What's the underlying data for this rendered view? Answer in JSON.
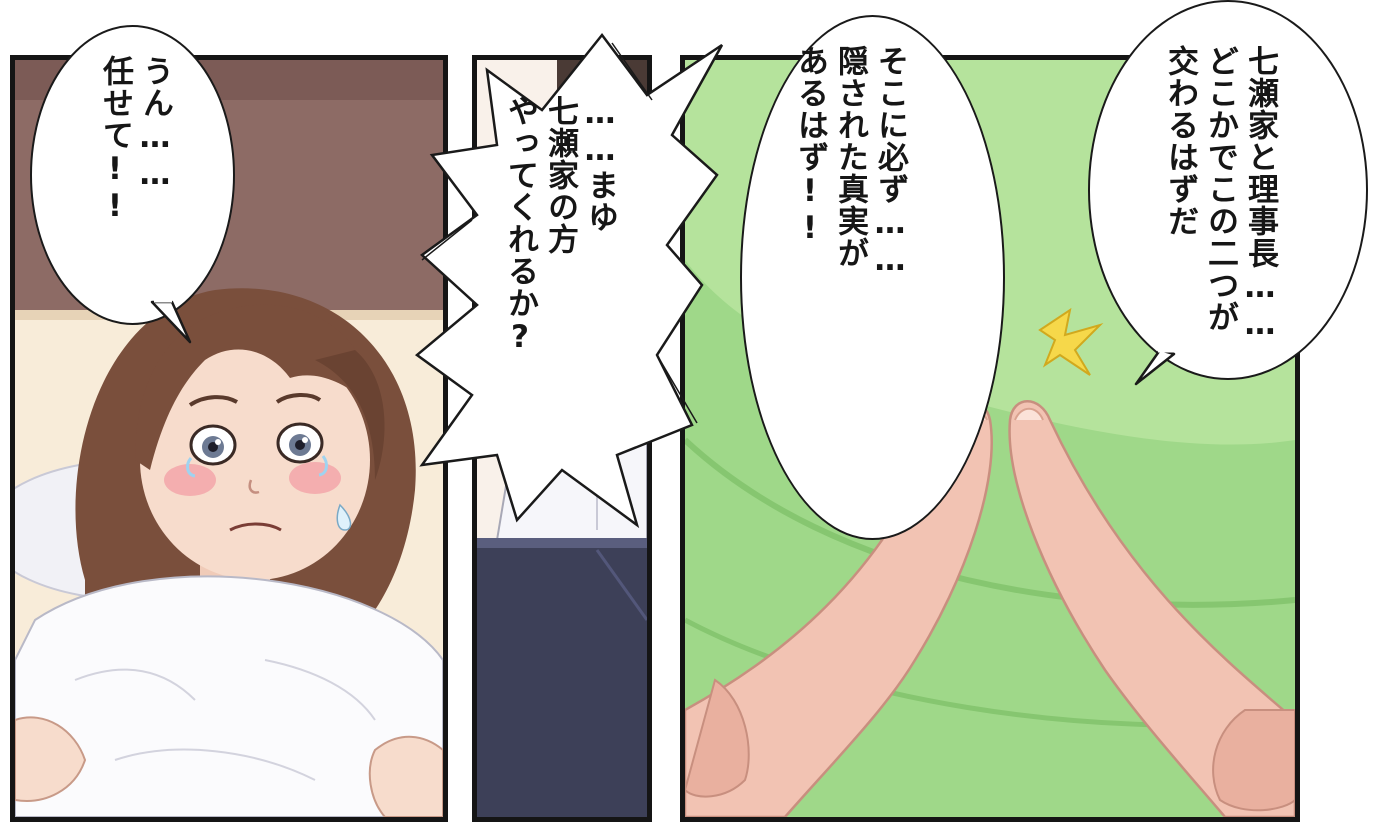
{
  "palette": {
    "ink": "#151515",
    "wall_brown": "#8d6b65",
    "wall_cream": "#f8ecd9",
    "hair_brown": "#7a4f3c",
    "skin": "#f7dccc",
    "blush": "#f2a3a8",
    "pajama_purple": "#c9a6dc",
    "pillow_white": "#fbfbfd",
    "monitor_navy": "#3d4058",
    "green_bg": "#9fd889",
    "green_light": "#c6ecaa",
    "hand_skin": "#f2c3b3",
    "sparkle_yellow": "#f6d84a"
  },
  "panels": {
    "left": {
      "bubble_text": "うん……\n任せて!!"
    },
    "middle": {
      "bubble_text": "……まゆ\n七瀬家の方\nやってくれるか?"
    },
    "right": {
      "bubble_big_text": "七瀬家と理事長……\nどこかでこの二つが\n交わるはずだ",
      "bubble_small_text": "そこに必ず……\n隠された真実が\nあるはず!!",
      "sparkle": "sparkle-icon"
    }
  }
}
